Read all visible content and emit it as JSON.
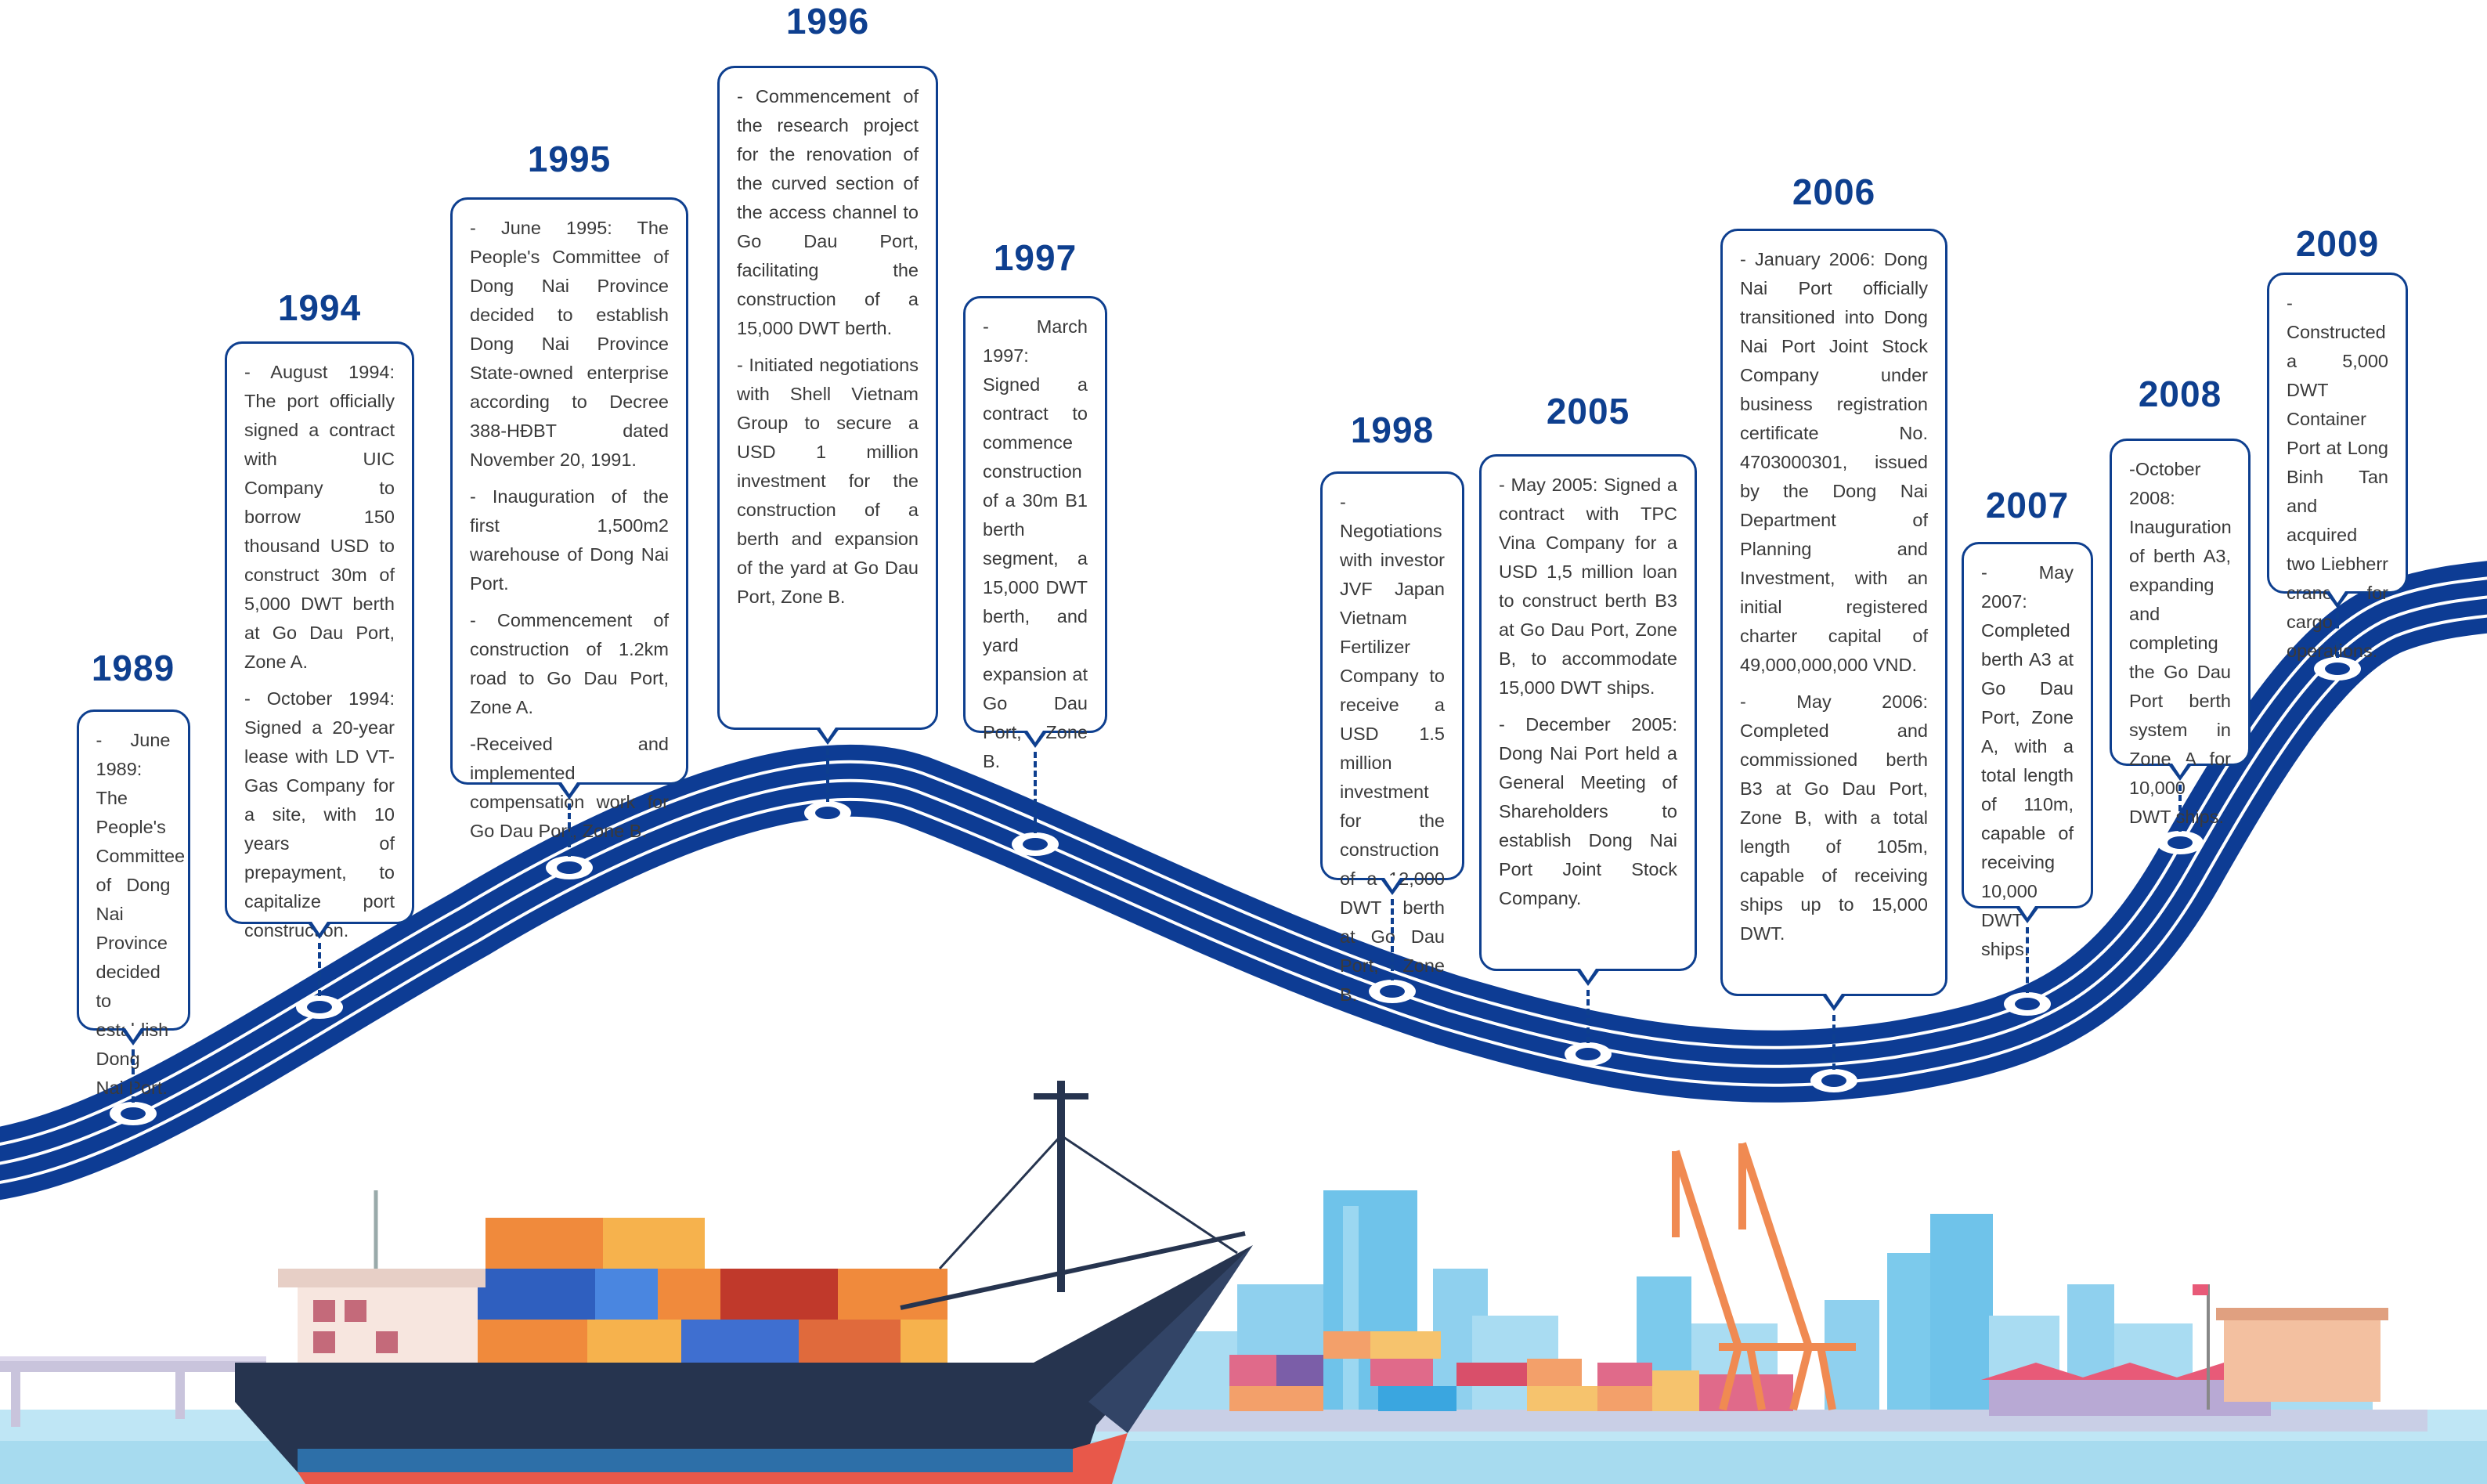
{
  "milestones": [
    {
      "year": "1989",
      "paragraphs": [
        "- June 1989: The People's Committee of Dong Nai Province decided to establish Dong Nai Port."
      ]
    },
    {
      "year": "1994",
      "paragraphs": [
        "- August 1994: The port officially signed a contract with UIC Company to borrow 150 thousand USD to construct 30m of 5,000 DWT berth at Go Dau Port, Zone A.",
        "- October 1994: Signed a 20-year lease with LD VT-Gas Company for a site, with 10 years of prepayment, to capitalize port construction."
      ]
    },
    {
      "year": "1995",
      "paragraphs": [
        "- June 1995: The People's Committee of Dong Nai Province decided to establish Dong Nai Province State-owned enterprise according to Decree 388-HĐBT dated November 20, 1991.",
        "- Inauguration of the first 1,500m2 warehouse of Dong Nai Port.",
        "- Commencement of construction of 1.2km road to Go Dau Port, Zone A.",
        "-Received and implemented compensation work for Go Dau Port, Zone B."
      ]
    },
    {
      "year": "1996",
      "paragraphs": [
        "- Commencement of the research project for the renovation of the curved section of the access channel to Go Dau Port, facilitating the construction of a 15,000 DWT berth.",
        "- Initiated negotiations with Shell Vietnam Group to secure a USD 1 million investment for the construction of a berth and expansion of the yard at Go Dau Port, Zone B."
      ]
    },
    {
      "year": "1997",
      "paragraphs": [
        "- March 1997: Signed a contract to commence construction of a 30m B1 berth segment, a 15,000 DWT berth, and yard expansion at Go Dau Port, Zone B."
      ]
    },
    {
      "year": "1998",
      "paragraphs": [
        "- Negotiations with investor JVF Japan Vietnam Fertilizer Company to receive a USD 1.5 million investment for the construction of a 12,000 DWT berth at Go Dau Port, Zone B."
      ]
    },
    {
      "year": "2005",
      "paragraphs": [
        "- May 2005: Signed a contract with TPC Vina Company for a USD 1,5 million loan to construct berth B3 at Go Dau Port, Zone B, to accommodate 15,000 DWT ships.",
        "- December 2005: Dong Nai Port held a General Meeting of Shareholders to establish Dong Nai Port Joint Stock Company."
      ]
    },
    {
      "year": "2006",
      "paragraphs": [
        "- January 2006: Dong Nai Port officially transitioned into Dong Nai Port Joint Stock Company under business registration certificate No. 4703000301, issued by the Dong Nai Department of Planning and Investment, with an initial registered charter capital of 49,000,000,000 VND.",
        "- May 2006: Completed and commissioned berth B3 at Go Dau Port, Zone B, with a total length of 105m, capable of receiving ships up to 15,000 DWT."
      ]
    },
    {
      "year": "2007",
      "paragraphs": [
        "- May 2007: Completed berth A3 at Go Dau Port, Zone A, with a total length of 110m, capable of receiving 10,000 DWT ships."
      ]
    },
    {
      "year": "2008",
      "paragraphs": [
        "-October 2008: Inauguration of berth A3, expanding and completing the Go Dau Port berth system in Zone A for 10,000 DWT ships."
      ]
    },
    {
      "year": "2009",
      "paragraphs": [
        "- Constructed a 5,000 DWT Container Port at Long Binh Tan and acquired two Liebherr cranes for cargo operations."
      ]
    }
  ],
  "colors": {
    "road": "#0d3c94",
    "accent": "#0e3f8f",
    "sea": "#bfe6f5"
  }
}
